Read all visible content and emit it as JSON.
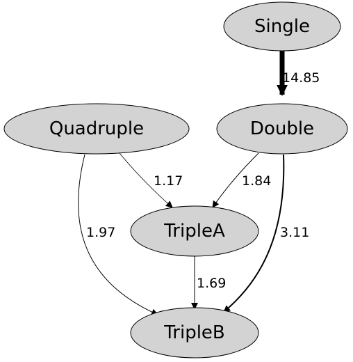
{
  "graph": {
    "nodes": {
      "single": {
        "label": "Single"
      },
      "quadruple": {
        "label": "Quadruple"
      },
      "double": {
        "label": "Double"
      },
      "triple_a": {
        "label": "TripleA"
      },
      "triple_b": {
        "label": "TripleB"
      }
    },
    "edges": [
      {
        "from": "Single",
        "to": "Double",
        "label": "14.85"
      },
      {
        "from": "Quadruple",
        "to": "TripleA",
        "label": "1.17"
      },
      {
        "from": "Double",
        "to": "TripleA",
        "label": "1.84"
      },
      {
        "from": "Quadruple",
        "to": "TripleB",
        "label": "1.97"
      },
      {
        "from": "Double",
        "to": "TripleB",
        "label": "3.11"
      },
      {
        "from": "TripleA",
        "to": "TripleB",
        "label": "1.69"
      }
    ]
  }
}
